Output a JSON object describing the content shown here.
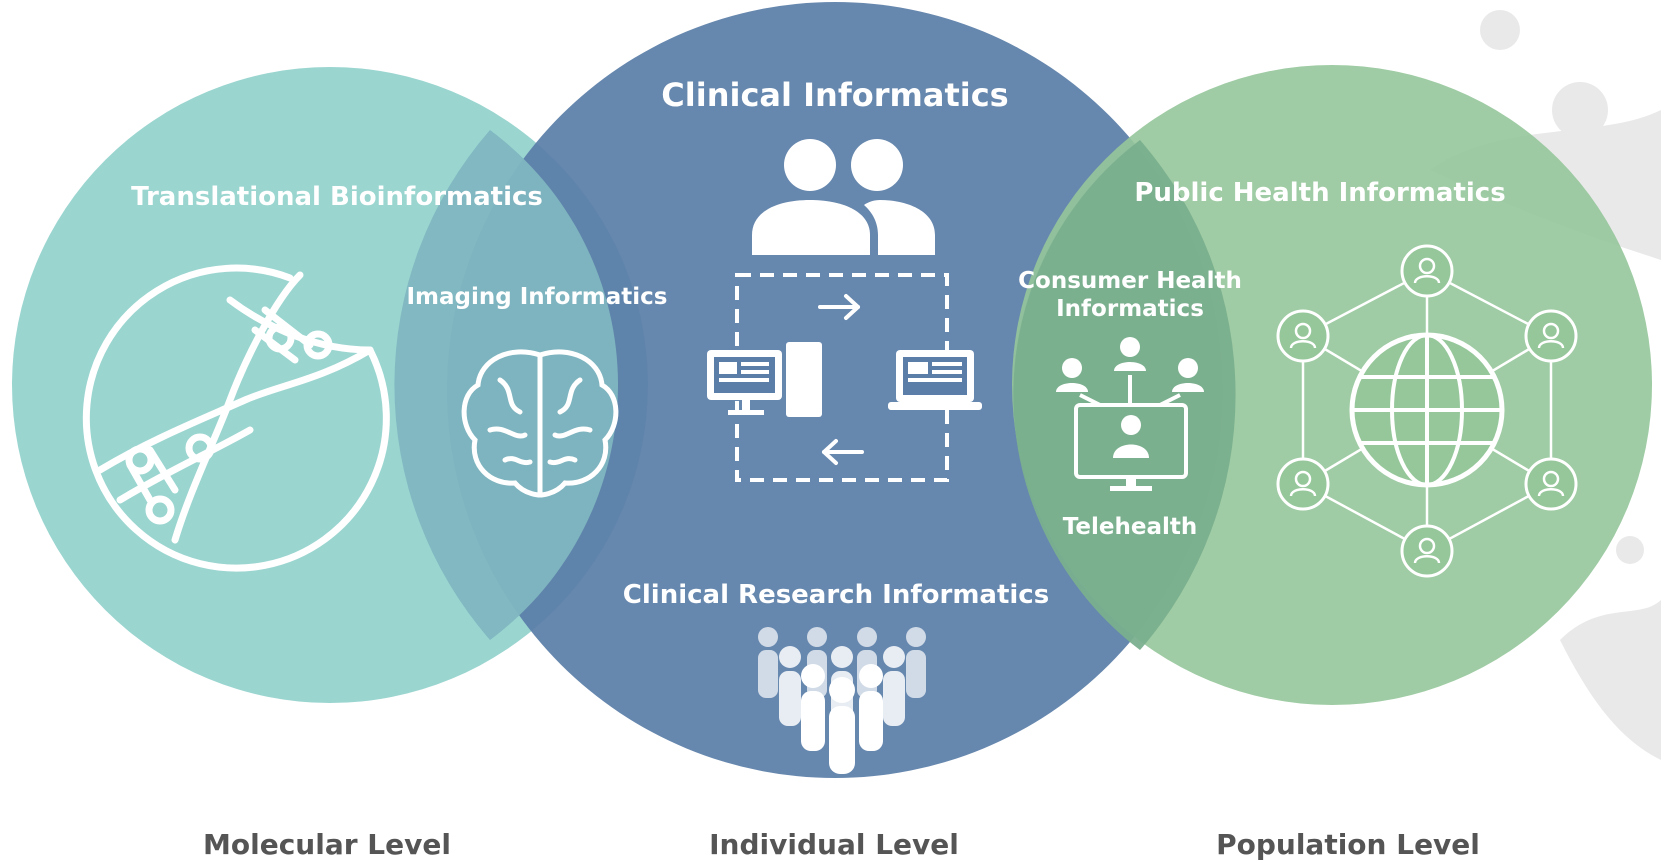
{
  "diagram": {
    "circles": {
      "left": {
        "title": "Translational Bioinformatics",
        "icon": "dna-helix-icon",
        "color": "#8ccfca"
      },
      "center": {
        "title": "Clinical Informatics",
        "icon": "two-users-icon",
        "color": "#5a7ea8"
      },
      "right": {
        "title": "Public Health Informatics",
        "icon": "globe-network-icon",
        "color": "#95c79a"
      }
    },
    "overlaps": {
      "left_center": {
        "label": "Imaging Informatics",
        "icon": "brain-icon"
      },
      "center_right": {
        "label_line1": "Consumer Health",
        "label_line2": "Informatics",
        "label_bottom": "Telehealth",
        "icon": "telehealth-monitor-icon"
      }
    },
    "center_bottom": {
      "label": "Clinical Research Informatics",
      "icon": "crowd-icon"
    },
    "center_middle": {
      "icon": "data-exchange-cycle-icon"
    },
    "levels": {
      "left": "Molecular Level",
      "center": "Individual Level",
      "right": "Population Level"
    }
  }
}
